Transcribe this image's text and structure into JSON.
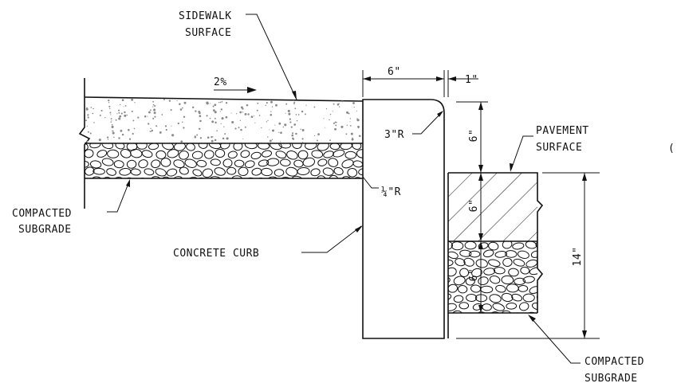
{
  "labels": {
    "sidewalk_surface_1": "SIDEWALK",
    "sidewalk_surface_2": "SURFACE",
    "slope": "2%",
    "dim_curb_width": "6\"",
    "dim_gap": "1\"",
    "radius_top": "3\"R",
    "radius_bottom": "¼\"R",
    "pavement_surface_1": "PAVEMENT",
    "pavement_surface_2": "SURFACE",
    "compacted_subgrade_left_1": "COMPACTED",
    "compacted_subgrade_left_2": "SUBGRADE",
    "concrete_curb": "CONCRETE CURB",
    "dim_upper_6": "6\"",
    "dim_mid_6": "6\"",
    "dim_low_6": "6\"",
    "dim_total": "14\"",
    "compacted_subgrade_right_1": "COMPACTED",
    "compacted_subgrade_right_2": "SUBGRADE",
    "edge_fragment": "("
  },
  "colors": {
    "line": "#111111",
    "background": "#ffffff",
    "speckle": "#8a8a8a"
  }
}
